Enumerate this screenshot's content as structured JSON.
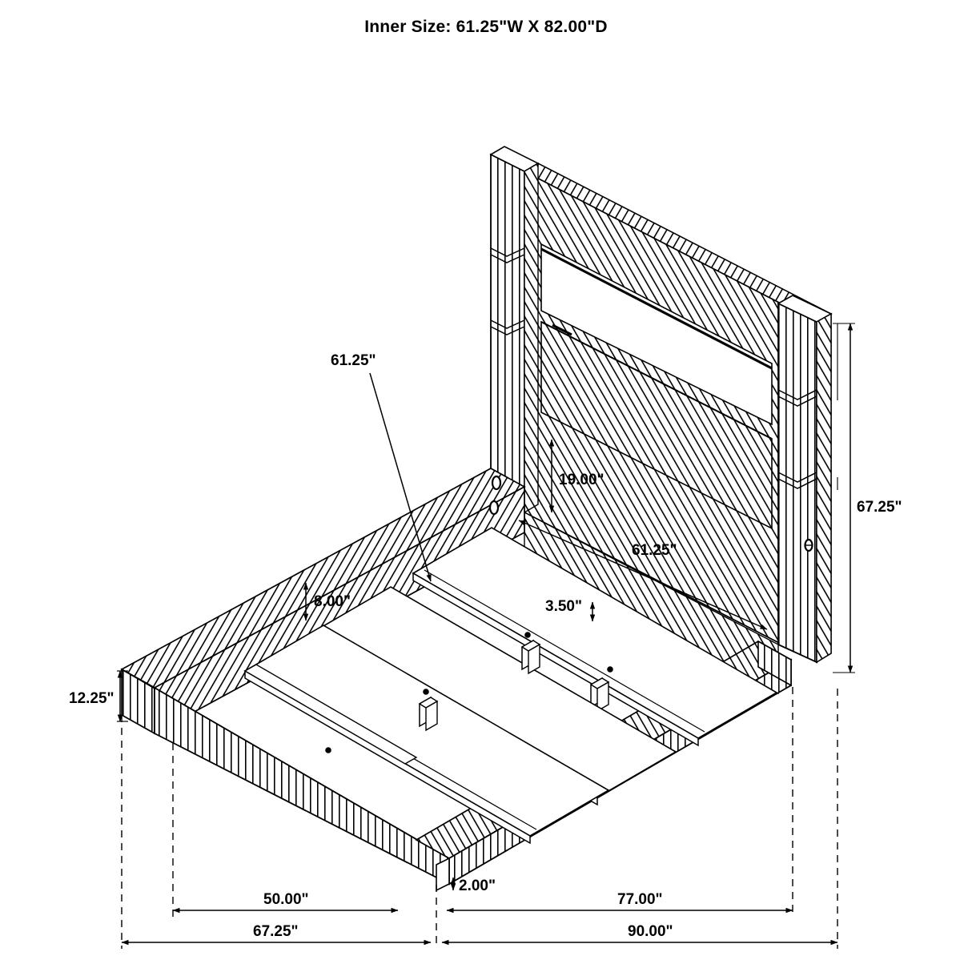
{
  "document": {
    "type": "technical-drawing",
    "subject": "fluted-panel-bed-isometric-assembly",
    "title": "Inner Size: 61.25\"W X 82.00\"D",
    "units": "inches",
    "line_color": "#000000",
    "background_color": "#ffffff",
    "projection": "isometric"
  },
  "dimensions": {
    "inner_width": "61.25\"",
    "inner_depth": "82.00\"",
    "slat_span_callout": "61.25\"",
    "rail_inner_span": "61.25\"",
    "headboard_panel_height": "19.00\"",
    "slat_leg_height": "3.50\"",
    "rail_top_to_slat": "8.00\"",
    "side_rail_height": "12.25\"",
    "headboard_height": "67.25\"",
    "foot_height": "2.00\"",
    "footprint_depth_inner": "50.00\"",
    "footprint_depth_outer": "67.25\"",
    "footprint_width_inner": "77.00\"",
    "footprint_width_outer": "90.00\""
  },
  "labels": [
    {
      "id": "slat-callout",
      "text": "61.25\"",
      "name": "dimension-label-slat-width"
    },
    {
      "id": "panel-height",
      "text": "19.00\"",
      "name": "dimension-label-panel-height"
    },
    {
      "id": "rail-span",
      "text": "61.25\"",
      "name": "dimension-label-rail-span"
    },
    {
      "id": "leg-height",
      "text": "3.50\"",
      "name": "dimension-label-leg-height"
    },
    {
      "id": "rail-to-slat",
      "text": "8.00\"",
      "name": "dimension-label-rail-to-slat"
    },
    {
      "id": "rail-height",
      "text": "12.25\"",
      "name": "dimension-label-rail-height"
    },
    {
      "id": "headboard-height",
      "text": "67.25\"",
      "name": "dimension-label-headboard-height"
    },
    {
      "id": "foot-height",
      "text": "2.00\"",
      "name": "dimension-label-foot-height"
    },
    {
      "id": "depth-inner",
      "text": "50.00\"",
      "name": "dimension-label-depth-inner"
    },
    {
      "id": "depth-outer",
      "text": "67.25\"",
      "name": "dimension-label-depth-outer"
    },
    {
      "id": "width-inner",
      "text": "77.00\"",
      "name": "dimension-label-width-inner"
    },
    {
      "id": "width-outer",
      "text": "90.00\"",
      "name": "dimension-label-width-outer"
    }
  ],
  "components": {
    "headboard": "fluted-vertical-slat-headboard",
    "headboard_posts": "left-and-right-fluted-posts",
    "side_rails": "fluted-side-rails",
    "support_slats": "three-center-support-slats",
    "slat_legs": "center-support-legs",
    "rail_bolt_holes": "oval-bolt-holes"
  }
}
